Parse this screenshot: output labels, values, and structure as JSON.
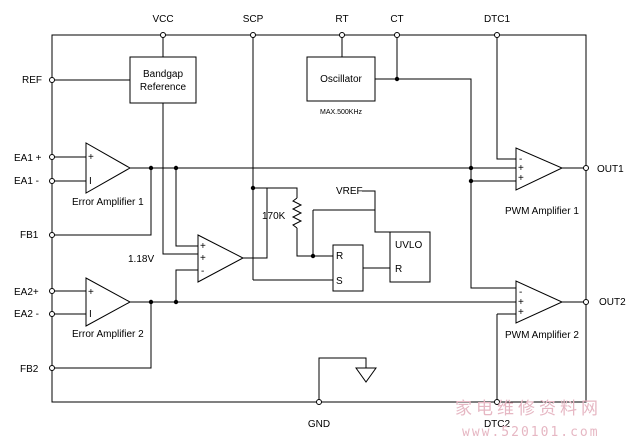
{
  "pins": {
    "vcc": "VCC",
    "scp": "SCP",
    "rt": "RT",
    "ct": "CT",
    "dtc1": "DTC1",
    "ref": "REF",
    "ea1_plus": "EA1 +",
    "ea1_minus": "EA1 -",
    "fb1": "FB1",
    "ea2_plus": "EA2+",
    "ea2_minus": "EA2 -",
    "fb2": "FB2",
    "gnd": "GND",
    "dtc2": "DTC2",
    "out1": "OUT1",
    "out2": "OUT2"
  },
  "blocks": {
    "bandgap_line1": "Bandgap",
    "bandgap_line2": "Reference",
    "oscillator": "Oscillator",
    "osc_freq": "MAX.500KHz",
    "uvlo": "UVLO",
    "uvlo_r": "R",
    "ff_r": "R",
    "ff_s": "S"
  },
  "labels": {
    "error_amp_1": "Error Amplifier 1",
    "error_amp_2": "Error Amplifier 2",
    "pwm_amp_1": "PWM Amplifier 1",
    "pwm_amp_2": "PWM Amplifier 2",
    "vref_1_18": "1.18V",
    "vref": "VREF",
    "resistor": "170K"
  },
  "amp_signs": {
    "plus": "+",
    "minus": "-",
    "ea_neg": "I"
  },
  "watermark": {
    "text": "家电维修资料网",
    "url": "www.520101.com"
  }
}
